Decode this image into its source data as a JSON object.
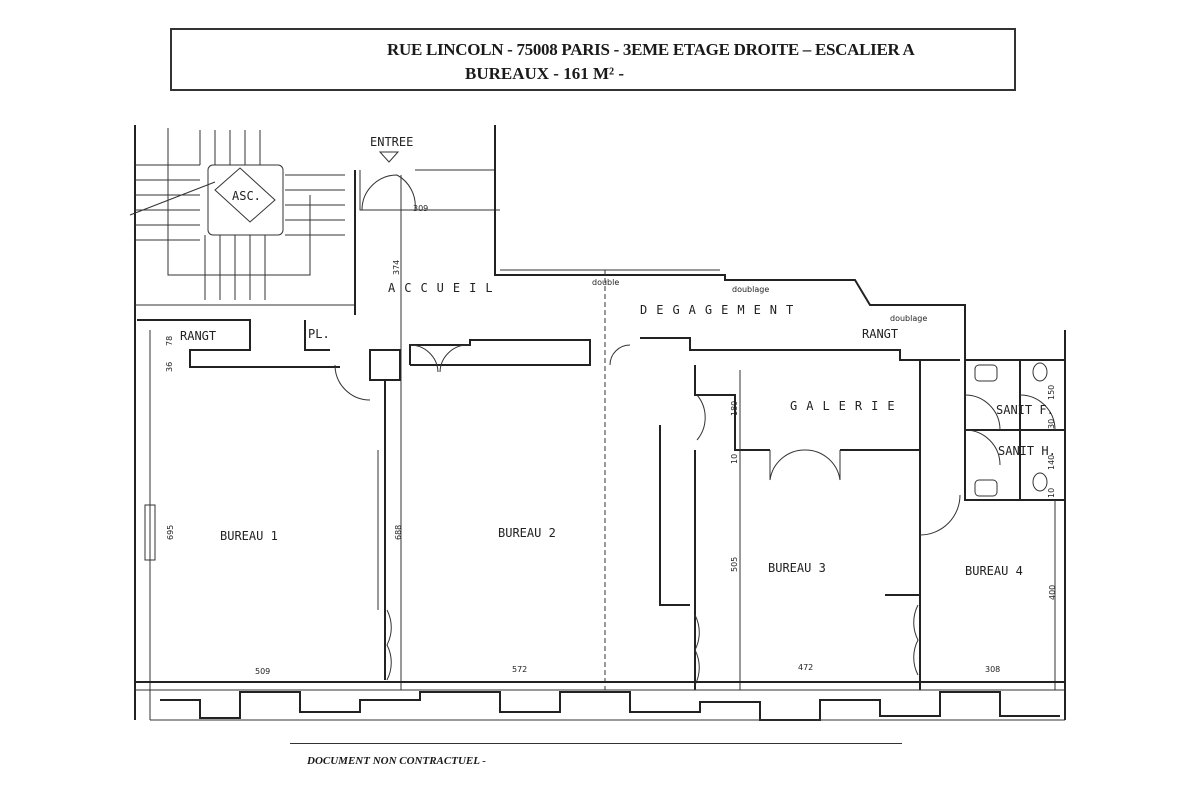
{
  "header": {
    "line1": "RUE LINCOLN - 75008 PARIS - 3EME ETAGE DROITE – ESCALIER A",
    "line2": "BUREAUX - 161 M² -"
  },
  "plan": {
    "entrance": "ENTREE",
    "elevator": "ASC.",
    "rooms": {
      "accueil": "ACCUEIL",
      "degagement": "DEGAGEMENT",
      "galerie": "GALERIE",
      "bureau1": "BUREAU 1",
      "bureau2": "BUREAU 2",
      "bureau3": "BUREAU 3",
      "bureau4": "BUREAU 4",
      "sanit_f": "SANIT F.",
      "sanit_h": "SANIT H.",
      "rangt_left": "RANGT",
      "rangt_right": "RANGT",
      "placard": "PL."
    },
    "notes": {
      "doublage_1": "doublage",
      "doublage_2": "doublage",
      "doublage_3": "double"
    },
    "dimensions": {
      "entree_width": "309",
      "accueil_depth": "374",
      "rangt_78": "78",
      "rangt_36": "36",
      "bureau1_depth": "695",
      "bureau2_depth": "688",
      "galerie_depth": "180",
      "galerie_wall": "10",
      "bureau3_depth": "505",
      "bureau4_depth": "400",
      "sanit_150": "150",
      "sanit_30": "30",
      "sanit_140": "140",
      "sanit_10": "10",
      "bureau1_width": "509",
      "bureau2_width": "572",
      "bureau3_width": "472",
      "bureau4_width": "308"
    }
  },
  "footer": "DOCUMENT NON CONTRACTUEL -"
}
